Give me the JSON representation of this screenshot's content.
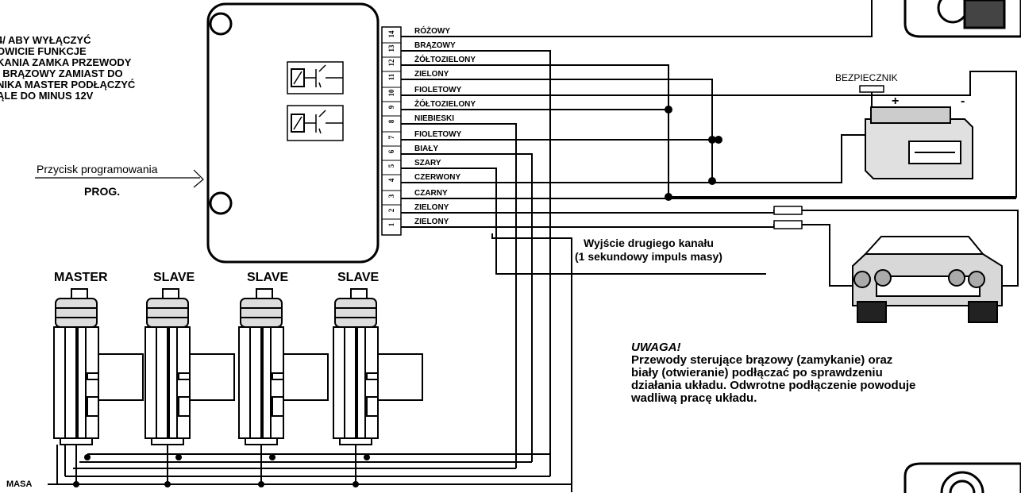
{
  "left_note": [
    "4/  ABY WYŁĄCZYĆ",
    "OWICIE FUNKCJE",
    "KANIA ZAMKA  PRZEWODY",
    "I BRĄZOWY ZAMIAST DO",
    "NIKA MASTER PODŁĄCZYĆ",
    "ĄLE DO MINUS 12V"
  ],
  "program_button": {
    "label": "Przycisk programowania",
    "short": "PROG."
  },
  "wires": [
    {
      "pin": "14",
      "label": "RÓŻOWY"
    },
    {
      "pin": "13",
      "label": "BRĄZOWY"
    },
    {
      "pin": "12",
      "label": "ŻÓŁTOZIELONY"
    },
    {
      "pin": "11",
      "label": "ZIELONY"
    },
    {
      "pin": "10",
      "label": "FIOLETOWY"
    },
    {
      "pin": "9",
      "label": "ŻÓŁTOZIELONY"
    },
    {
      "pin": "8",
      "label": "NIEBIESKI"
    },
    {
      "pin": "7",
      "label": "FIOLETOWY"
    },
    {
      "pin": "6",
      "label": "BIAŁY"
    },
    {
      "pin": "5",
      "label": "SZARY"
    },
    {
      "pin": "4",
      "label": "CZERWONY"
    },
    {
      "pin": "3",
      "label": "CZARNY"
    },
    {
      "pin": "2",
      "label": "ZIELONY"
    },
    {
      "pin": "1",
      "label": "ZIELONY"
    }
  ],
  "actuators": [
    "MASTER",
    "SLAVE",
    "SLAVE",
    "SLAVE"
  ],
  "fuse_label": "BEZPIECZNIK",
  "battery": {
    "plus": "+",
    "minus": "-"
  },
  "second_channel": {
    "line1": "Wyjście drugiego kanału",
    "line2": "(1 sekundowy impuls masy)"
  },
  "warning": {
    "title": "UWAGA!",
    "lines": [
      "Przewody sterujące brązowy (zamykanie) oraz",
      "biały (otwieranie) podłączać po sprawdzeniu",
      "działania układu. Odwrotne podłączenie  powoduje",
      " wadliwą pracę układu."
    ]
  },
  "ground_label": "MASA"
}
